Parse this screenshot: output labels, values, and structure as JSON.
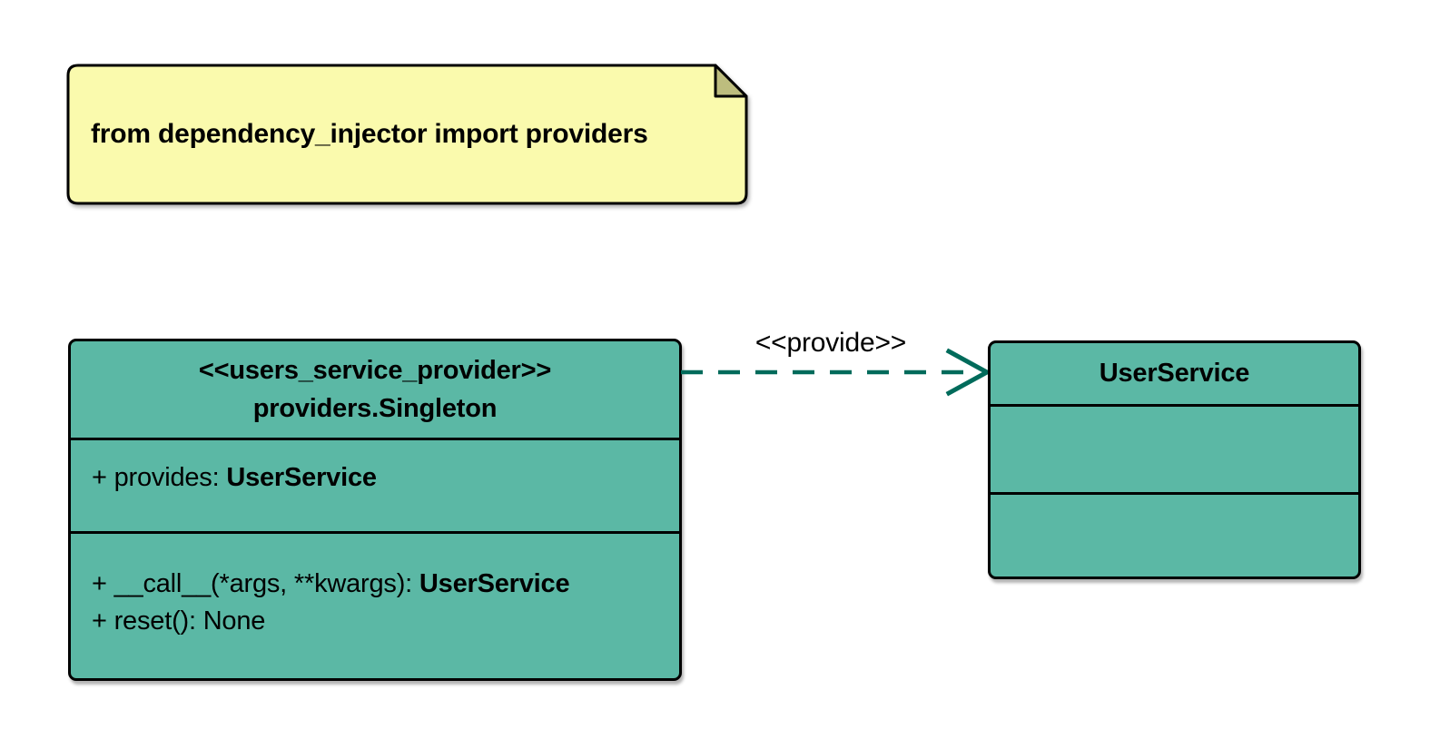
{
  "diagram": {
    "note": {
      "text": "from dependency_injector import providers"
    },
    "classes": {
      "provider": {
        "stereotype": "<<users_service_provider>>",
        "name": "providers.Singleton",
        "attribute": {
          "prefix": "+ provides: ",
          "type": "UserService"
        },
        "methods": {
          "call": {
            "prefix": "+ __call__(*args, **kwargs): ",
            "type": "UserService"
          },
          "reset": {
            "prefix": "+ reset(): None",
            "type": ""
          }
        }
      },
      "user_service": {
        "name": "UserService"
      }
    },
    "relation": {
      "label": "<<provide>>"
    }
  },
  "colors": {
    "class_fill": "#5BB8A5",
    "note_fill": "#FAFAAD",
    "note_fold": "#BDBD7E",
    "border": "#000000",
    "arrow": "#006B5B",
    "text": "#000000",
    "background": "#FFFFFF"
  }
}
